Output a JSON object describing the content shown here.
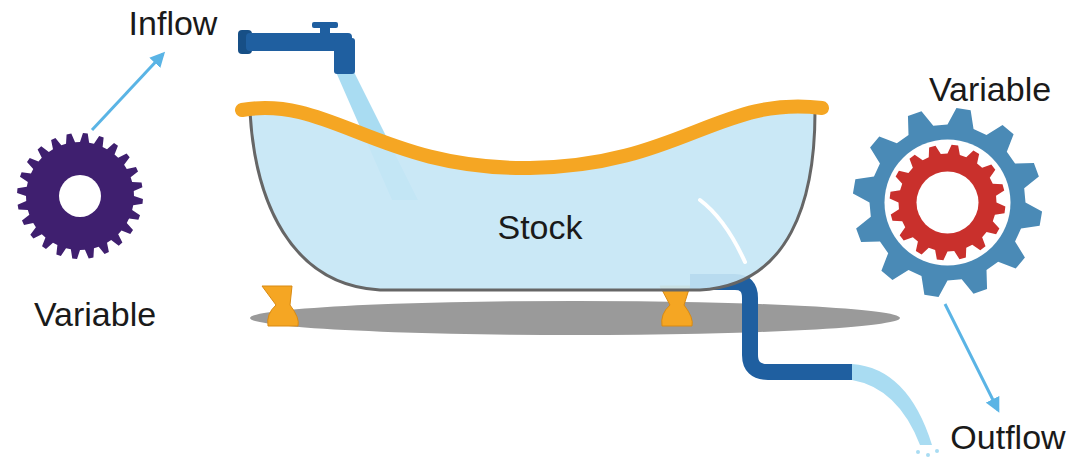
{
  "diagram": {
    "nodes": [
      {
        "text": [
          "Variable"
        ]
      },
      {
        "text": [
          "Stock"
        ]
      },
      {
        "text": [
          "Variable"
        ]
      }
    ],
    "labels": [
      "Inflow",
      "Outflow"
    ]
  }
}
